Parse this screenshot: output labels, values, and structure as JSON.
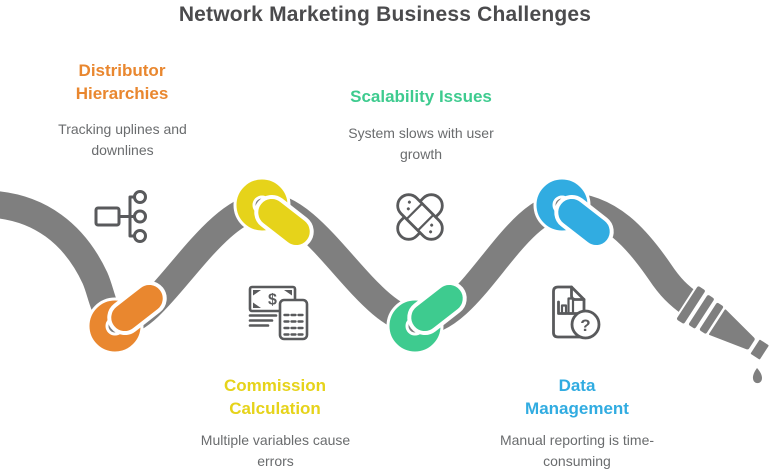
{
  "title": "Network Marketing Business Challenges",
  "colors": {
    "hose": "#7F7F7F",
    "icons": "#595A5C",
    "title": "#4B4B4D",
    "body": "#6A6C6E"
  },
  "challenges": [
    {
      "name": "distributor-hierarchies",
      "label": "Distributor Hierarchies",
      "description": "Tracking uplines and downlines",
      "color": "#E9872F",
      "icon": "hierarchy-icon",
      "knot_position": "bottom-of-wave-1"
    },
    {
      "name": "commission-calculation",
      "label": "Commission Calculation",
      "description": "Multiple variables cause errors",
      "color": "#E6D31A",
      "icon": "money-calculator-icon",
      "knot_position": "top-of-wave-2"
    },
    {
      "name": "scalability-issues",
      "label": "Scalability Issues",
      "description": "System slows with user growth",
      "color": "#3ECB8F",
      "icon": "bandage-icon",
      "knot_position": "bottom-of-wave-3"
    },
    {
      "name": "data-management",
      "label": "Data Management",
      "description": "Manual reporting is time-consuming",
      "color": "#31ACE1",
      "icon": "document-question-icon",
      "knot_position": "top-of-wave-4"
    }
  ],
  "icon_glyphs": {
    "dollar": "$",
    "question": "?"
  }
}
